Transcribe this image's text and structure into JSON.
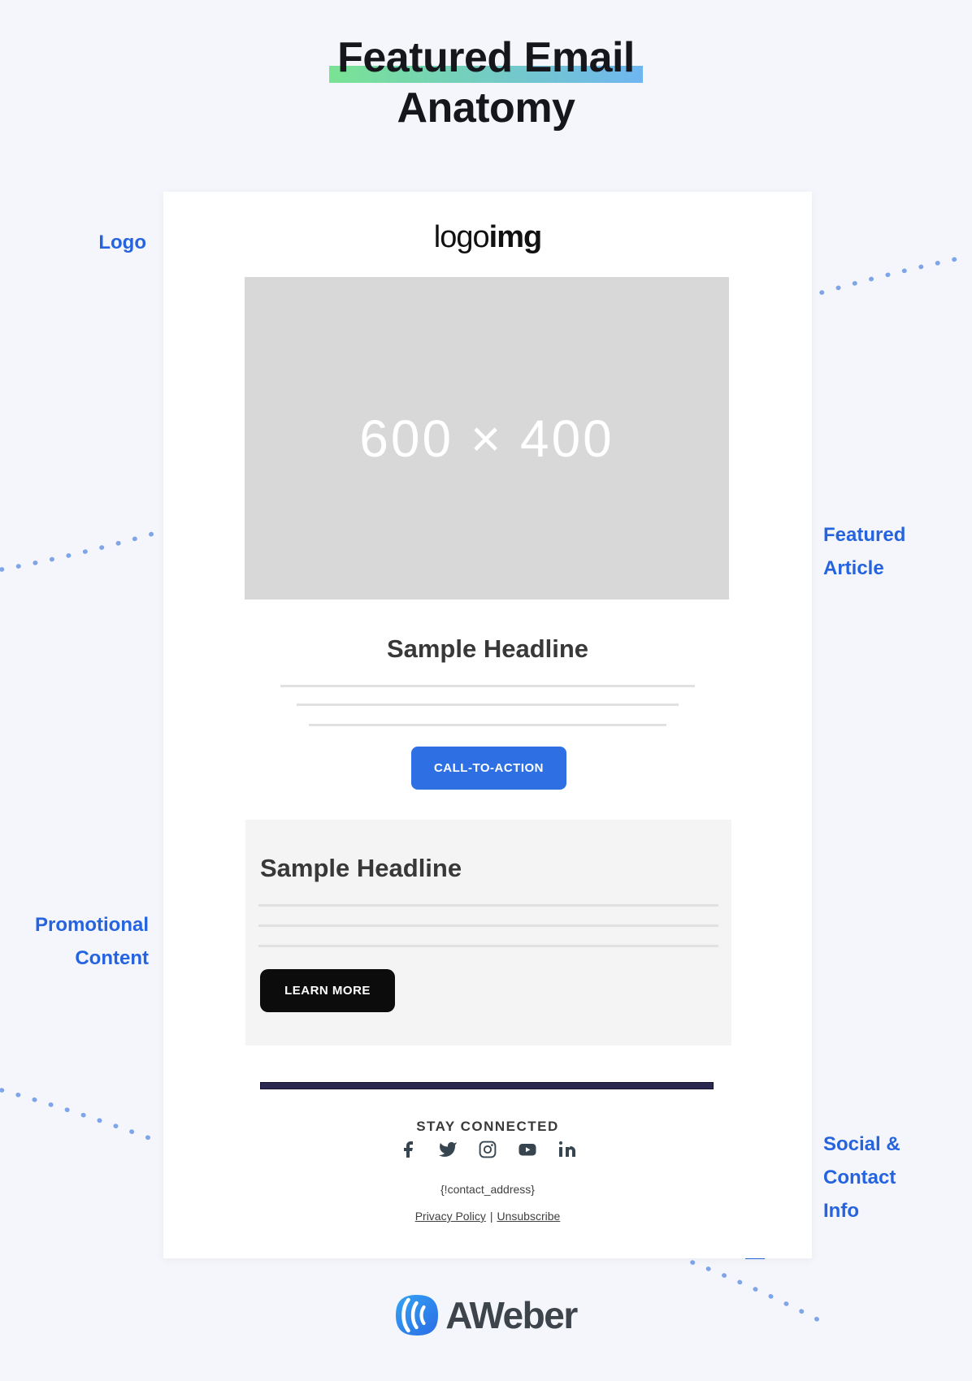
{
  "title": {
    "line1": "Featured Email",
    "line2": "Anatomy"
  },
  "annotations": {
    "logo": {
      "label": "Logo"
    },
    "featured_article": {
      "line1": "Featured",
      "line2": "Article"
    },
    "promotional_content": {
      "line1": "Promotional",
      "line2": "Content"
    },
    "social_contact": {
      "line1": "Social &",
      "line2": "Contact",
      "line3": "Info"
    }
  },
  "email": {
    "logo": {
      "normal": "logo",
      "bold": "img"
    },
    "hero": {
      "placeholder": "600 × 400"
    },
    "featured": {
      "headline": "Sample Headline",
      "cta_label": "CALL-TO-ACTION"
    },
    "promo": {
      "headline": "Sample Headline",
      "cta_label": "LEARN MORE"
    },
    "footer": {
      "stay_connected": "STAY CONNECTED",
      "social_icons": [
        "facebook-icon",
        "twitter-icon",
        "instagram-icon",
        "youtube-icon",
        "linkedin-icon"
      ],
      "contact_address": "{!contact_address}",
      "privacy_policy": "Privacy Policy",
      "separator": "|",
      "unsubscribe": "Unsubscribe"
    }
  },
  "branding": {
    "aweber_wordmark": "AWeber"
  },
  "colors": {
    "page_bg": "#F4F6FB",
    "accent_blue": "#2563DF",
    "highlight_gradient": [
      "#79E394",
      "#6FB6F1"
    ],
    "cta_blue": "#2E70E4",
    "learn_more_black": "#0C0C0C",
    "divider_navy": "#2B2950",
    "promo_bg": "#F4F4F4",
    "placeholder_bg": "#D8D8D8",
    "icon_slate": "#36454F",
    "dots_blue": "#7FA5E9"
  }
}
